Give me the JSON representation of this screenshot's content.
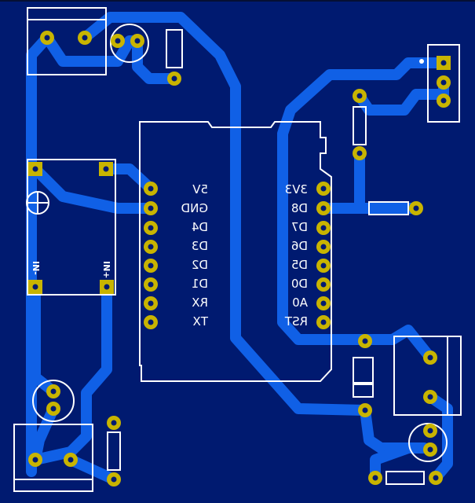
{
  "module_left_pins": [
    "5V",
    "GND",
    "D4",
    "D3",
    "D2",
    "D1",
    "RX",
    "TX"
  ],
  "module_right_pins": [
    "3V3",
    "D8",
    "D7",
    "D6",
    "D5",
    "D0",
    "A0",
    "RST"
  ],
  "regulator_in_minus": "IN-",
  "regulator_in_plus": "IN+",
  "colors": {
    "board": "#001a70",
    "trace": "#1060e6",
    "pad": "#c8b400",
    "silk": "#ffffff"
  }
}
